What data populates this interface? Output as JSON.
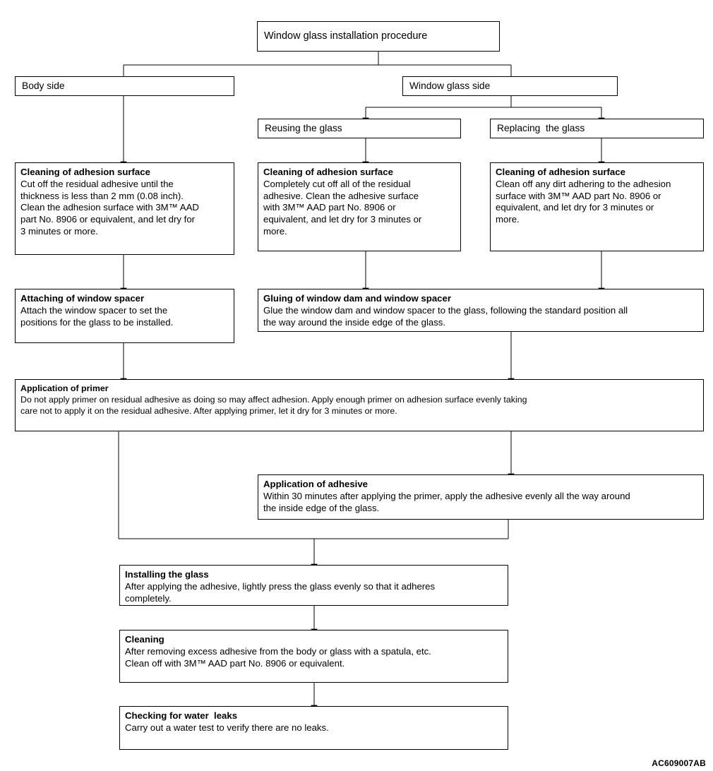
{
  "figure": {
    "code": "AC609007AB",
    "root_label": "Window glass installation procedure"
  },
  "branches": {
    "body_side": "Body side",
    "glass_side": "Window glass side",
    "reusing": "Reusing the glass",
    "replacing": "Replacing  the glass"
  },
  "steps": {
    "clean_body": {
      "title": "Cleaning of adhesion surface",
      "body": "Cut off the residual adhesive until the\nthickness is less than 2 mm (0.08 inch).\nClean the adhesion surface with 3M™ AAD\npart No. 8906 or equivalent, and let dry for\n3 minutes or more."
    },
    "clean_reuse": {
      "title": "Cleaning of adhesion surface",
      "body": "Completely cut off all of the residual\nadhesive. Clean the adhesive surface\nwith 3M™ AAD part No. 8906 or\nequivalent, and let dry for 3 minutes or\nmore."
    },
    "clean_replace": {
      "title": "Cleaning of adhesion surface",
      "body": "Clean off any dirt adhering to the adhesion\nsurface with 3M™ AAD part No. 8906 or\nequivalent, and let dry for 3 minutes or\nmore."
    },
    "spacer": {
      "title": "Attaching of window spacer",
      "body": "Attach the window spacer to set the\npositions for the glass to be installed."
    },
    "gluing": {
      "title": "Gluing of window dam and window spacer",
      "body": "Glue the window dam and window spacer to the glass, following the standard position all\nthe way around the inside edge of the glass."
    },
    "primer": {
      "title": "Application of primer",
      "body": "Do not apply primer on residual adhesive as doing so may affect adhesion. Apply enough primer on adhesion surface evenly taking\ncare not to apply it on the residual adhesive. After applying primer, let it dry for 3 minutes or more."
    },
    "adhesive": {
      "title": "Application of adhesive",
      "body": "Within 30 minutes after applying the primer, apply the adhesive evenly all the way around\nthe inside edge of the glass."
    },
    "installing": {
      "title": "Installing the glass",
      "body": "After applying the adhesive, lightly  press the glass evenly so that it adheres\ncompletely."
    },
    "cleaning": {
      "title": "Cleaning",
      "body": "After removing excess adhesive from the body or glass with a spatula, etc.\nClean off  with 3M™ AAD part No. 8906 or equivalent."
    },
    "checking": {
      "title": "Checking for water  leaks",
      "body": "Carry out a water test to verify there are no leaks."
    }
  },
  "style": {
    "line_color": "#000000",
    "box_border": "#000000",
    "background": "#ffffff"
  }
}
